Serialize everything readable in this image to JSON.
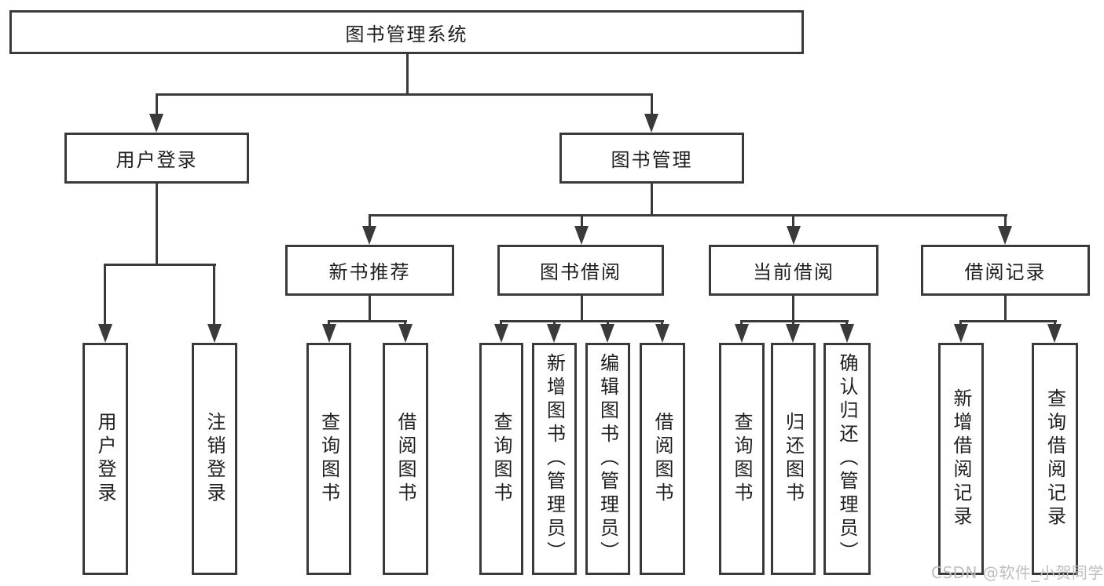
{
  "page": {
    "background_color": "#ffffff",
    "line_color": "#3a3a3a",
    "text_color": "#1f1f1f",
    "watermark_color": "#bcbec0"
  },
  "diagram": {
    "root": {
      "label": "图书管理系统"
    },
    "level2": [
      {
        "label": "用户登录"
      },
      {
        "label": "图书管理"
      }
    ],
    "level3": [
      {
        "label": "新书推荐"
      },
      {
        "label": "图书借阅"
      },
      {
        "label": "当前借阅"
      },
      {
        "label": "借阅记录"
      }
    ],
    "leaves": {
      "user_login": [
        "用户登录",
        "注销登录"
      ],
      "new_book": [
        "查询图书",
        "借阅图书"
      ],
      "book_borrow": [
        "查询图书",
        "新增图书（管理员）",
        "编辑图书（管理员）",
        "借阅图书"
      ],
      "current_borrow": [
        "查询图书",
        "归还图书",
        "确认归还（管理员）"
      ],
      "borrow_record": [
        "新增借阅记录",
        "查询借阅记录"
      ]
    }
  },
  "watermark": {
    "text": "CSDN @软件_小贺同学"
  }
}
